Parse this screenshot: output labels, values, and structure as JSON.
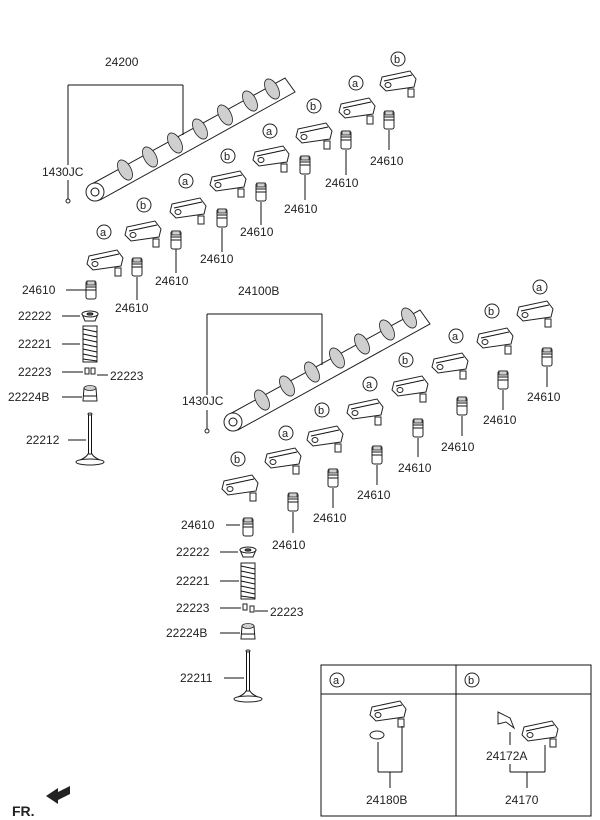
{
  "parts": {
    "camshaft_upper": "24200",
    "camshaft_lower": "24100B",
    "sensor_bolt_upper": "1430JC",
    "sensor_bolt_lower": "1430JC",
    "lash_adjuster": "24610",
    "retainer": "22222",
    "spring": "22221",
    "cotter": "22223",
    "seal": "22224B",
    "exhaust_valve": "22212",
    "intake_valve": "22211",
    "arm_a": "24180B",
    "arm_b": "24170",
    "clip_b": "24172A"
  },
  "callouts": {
    "a": "a",
    "b": "b"
  },
  "orientation": "FR."
}
